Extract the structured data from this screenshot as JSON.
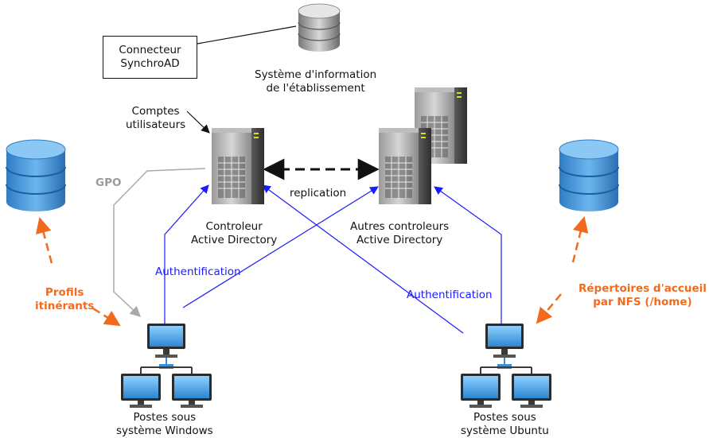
{
  "nodes": {
    "connector": {
      "line1": "Connecteur",
      "line2": "SynchroAD"
    },
    "info_system": {
      "line1": "Système d'information",
      "line2": "de l'établissement"
    },
    "accounts": {
      "line1": "Comptes",
      "line2": "utilisateurs"
    },
    "main_dc": {
      "line1": "Controleur",
      "line2": "Active Directory"
    },
    "other_dc": {
      "line1": "Autres controleurs",
      "line2": "Active Directory"
    },
    "windows": {
      "line1": "Postes sous",
      "line2": "système Windows"
    },
    "ubuntu": {
      "line1": "Postes sous",
      "line2": "système Ubuntu"
    }
  },
  "edges": {
    "replication": "replication",
    "gpo": "GPO",
    "auth_left": "Authentification",
    "auth_right": "Authentification",
    "roaming": {
      "line1": "Profils",
      "line2": "itinérants"
    },
    "home": {
      "line1": "Répertoires d'accueil",
      "line2": "par NFS (/home)"
    }
  },
  "colors": {
    "auth": "#1a1aff",
    "storage_link": "#f26b1d",
    "gpo": "#aaaaaa",
    "database": "#3a8fd6"
  }
}
